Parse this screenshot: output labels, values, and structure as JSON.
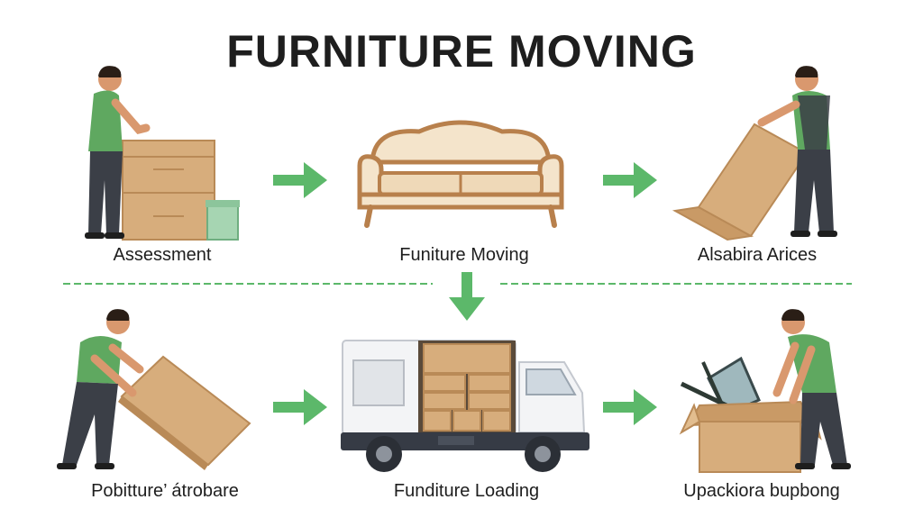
{
  "title": "FURNITURE MOVING",
  "steps": [
    {
      "label": "Assessment",
      "icon": "worker-packing-boxes-icon"
    },
    {
      "label": "Funiture Moving",
      "icon": "sofa-icon"
    },
    {
      "label": "Alsabira Arices",
      "icon": "worker-lifting-box-icon"
    },
    {
      "label": "Pobitture’ átrobare",
      "icon": "worker-pushing-box-icon"
    },
    {
      "label": "Funditure Loading",
      "icon": "moving-truck-icon"
    },
    {
      "label": "Upackiora bupbong",
      "icon": "worker-unpacking-box-icon"
    }
  ],
  "colors": {
    "arrow": "#5cb86a",
    "shirt": "#5fa860",
    "pants": "#3b3f47",
    "box": "#d7ad7c",
    "box_dark": "#b98a57",
    "skin": "#d9986e",
    "hair": "#2a1e16",
    "sofa_frame": "#b8804c",
    "sofa_cushion": "#f4e4cb",
    "truck_body": "#f3f4f6",
    "truck_dark": "#363b45"
  }
}
